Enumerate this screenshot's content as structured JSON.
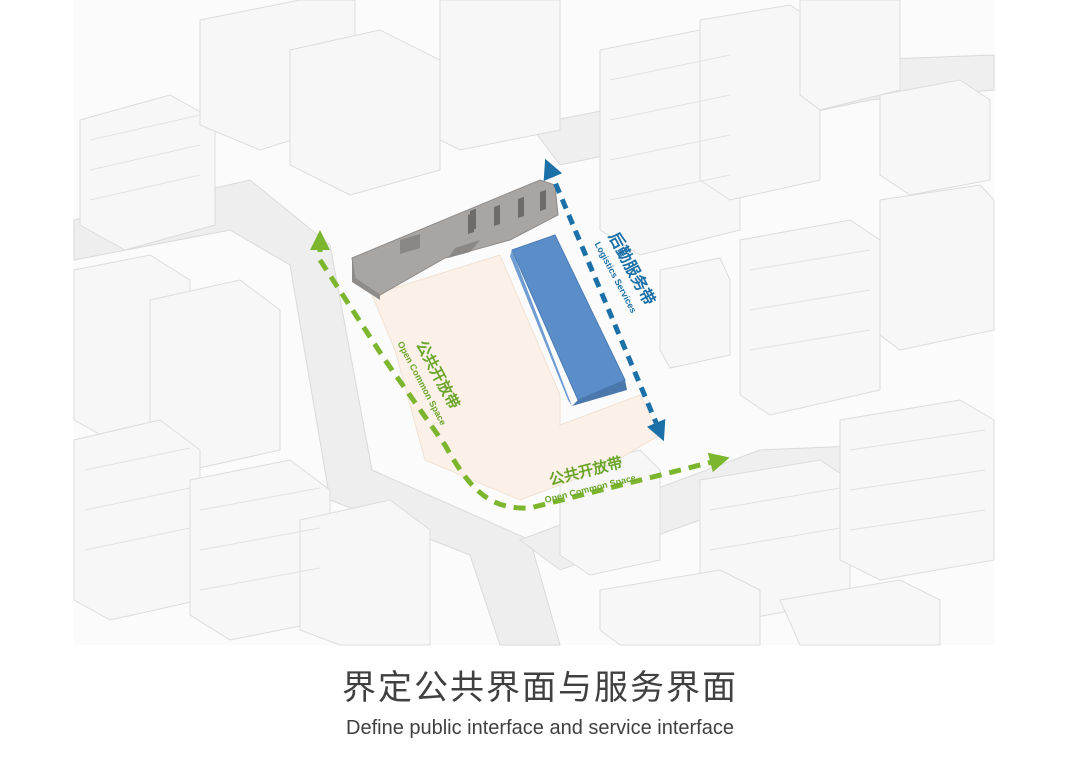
{
  "colors": {
    "background": "#ffffff",
    "context_fill": "#f7f7f7",
    "context_stroke": "#dcdcdc",
    "site_fill": "#fbf1e8",
    "existing_building": "#a8a5a3",
    "service_building": "#5b8ec8",
    "public_path": "#7cb52e",
    "service_path": "#1c70a8",
    "caption_text": "#404040"
  },
  "labels": {
    "public_zone_cn": "公共开放带",
    "public_zone_en": "Open Common Space",
    "service_zone_cn": "后勤服务带",
    "service_zone_en": "Logistics Services"
  },
  "caption": {
    "title": "界定公共界面与服务界面",
    "subtitle": "Define public interface and service interface"
  }
}
